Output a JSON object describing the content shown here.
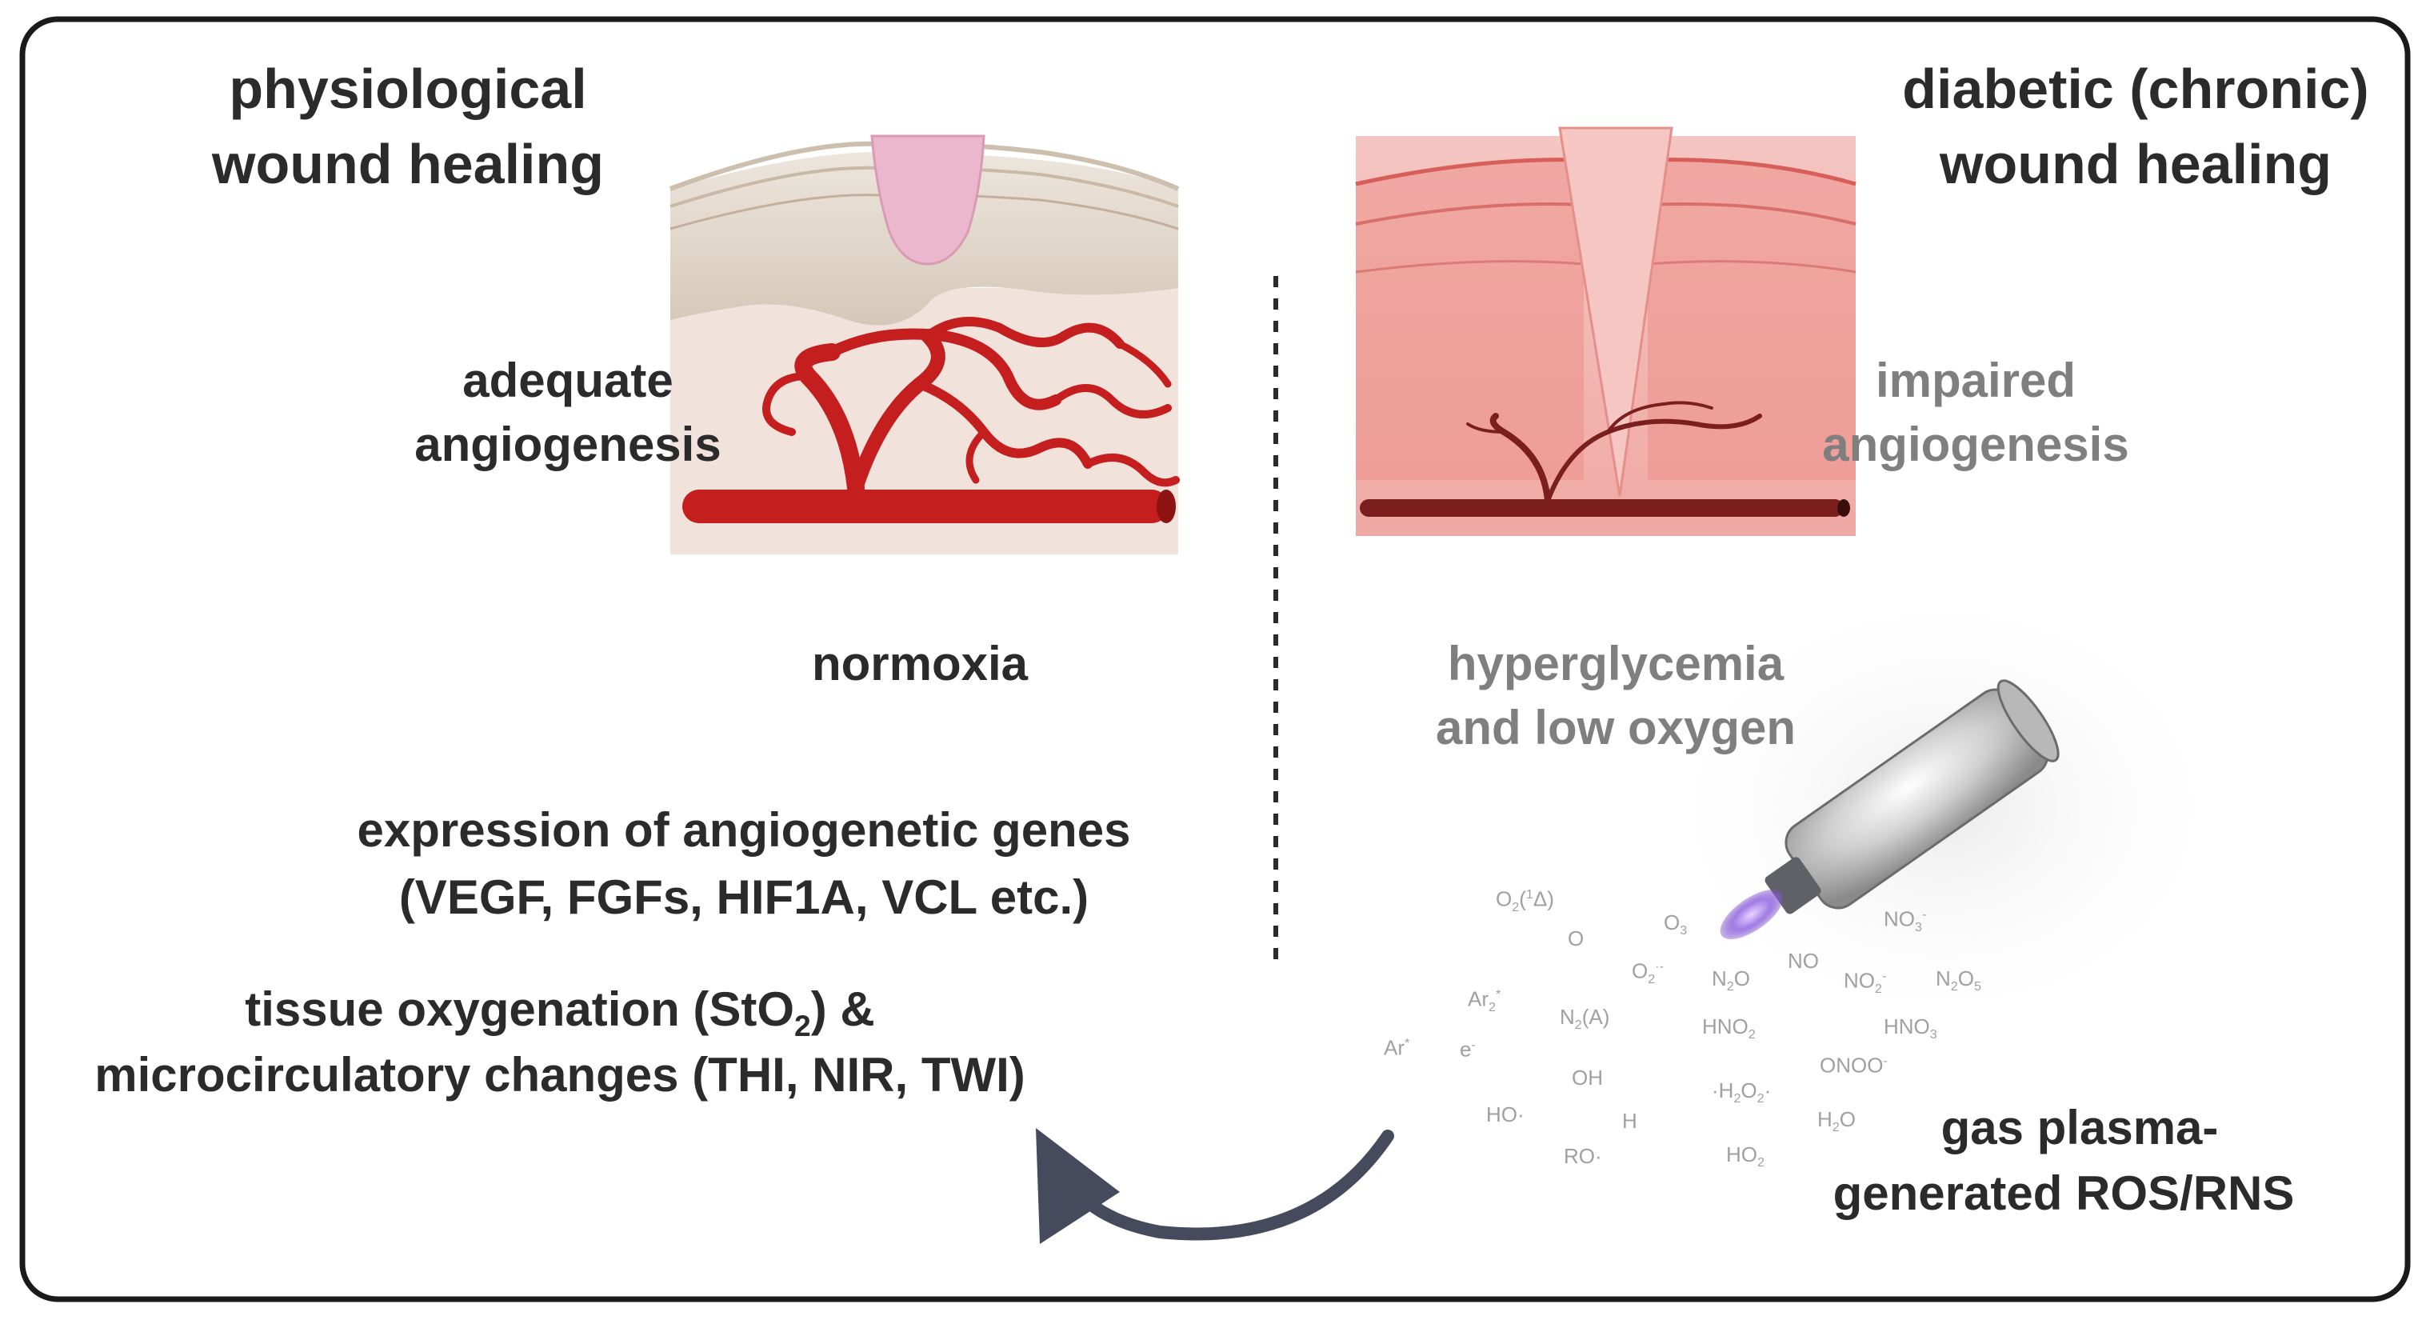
{
  "left": {
    "title_line1": "physiological",
    "title_line2": "wound healing",
    "angio_line1": "adequate",
    "angio_line2": "angiogenesis",
    "oxygen_state": "normoxia",
    "genes_line1": "expression of angiogenetic genes",
    "genes_line2": "(VEGF, FGFs, HIF1A, VCL etc.)",
    "tissue_line1_pre": "tissue oxygenation (StO",
    "tissue_line1_sub": "2",
    "tissue_line1_post": ") &",
    "tissue_line2": "microcirculatory changes (THI, NIR, TWI)"
  },
  "right": {
    "title_line1": "diabetic (chronic)",
    "title_line2": "wound healing",
    "angio_line1": "impaired",
    "angio_line2": "angiogenesis",
    "condition_line1": "hyperglycemia",
    "condition_line2": "and low oxygen",
    "plasma_line1": "gas plasma-",
    "plasma_line2": "generated ROS/RNS"
  },
  "species": [
    {
      "base": "O",
      "sub": "2",
      "post": "(",
      "sup": "1",
      "tail": "Δ)"
    },
    {
      "base": "O"
    },
    {
      "base": "O",
      "sub": "3"
    },
    {
      "base": "NO",
      "sub": "3",
      "sup": "-"
    },
    {
      "base": "O",
      "sub": "2",
      "sup": "·-"
    },
    {
      "base": "N",
      "sub": "2",
      "post": "O"
    },
    {
      "base": "NO"
    },
    {
      "base": "NO",
      "sub": "2",
      "sup": "-"
    },
    {
      "base": "N",
      "sub": "2",
      "post": "O",
      "sub2": "5"
    },
    {
      "base": "Ar",
      "sub": "2",
      "sup": "*"
    },
    {
      "base": "N",
      "sub": "2",
      "post": "(A)"
    },
    {
      "base": "HNO",
      "sub": "2"
    },
    {
      "base": "HNO",
      "sub": "3"
    },
    {
      "base": "Ar",
      "sup": "*"
    },
    {
      "base": "e",
      "sup": "-"
    },
    {
      "base": "OH"
    },
    {
      "base": "ONOO",
      "sup": "-"
    },
    {
      "base": "HO·"
    },
    {
      "base": "H"
    },
    {
      "base": "·H",
      "sub": "2",
      "post": "O",
      "sub2": "2",
      "tail": "·"
    },
    {
      "base": "H",
      "sub": "2",
      "post": "O"
    },
    {
      "base": "RO·"
    },
    {
      "base": "HO",
      "sub": "2"
    }
  ],
  "colors": {
    "frame": "#1a1a1a",
    "text": "#2b2b2b",
    "text_grey": "#7f7f7f",
    "vessel": "#c41e1e",
    "arrow": "#454a5c",
    "plasma": "#9b6fe0"
  }
}
